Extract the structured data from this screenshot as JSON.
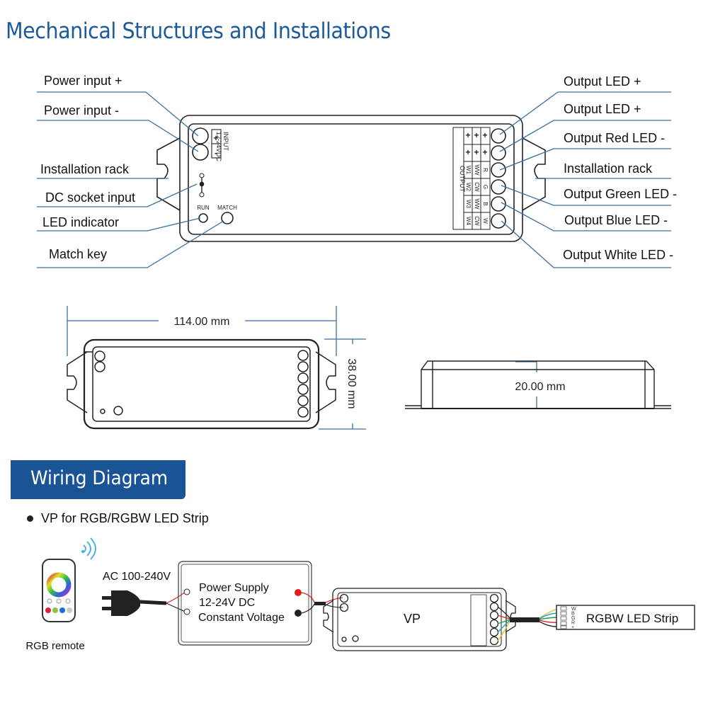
{
  "header": {
    "title": "Mechanical Structures and Installations"
  },
  "callouts": {
    "left": [
      {
        "label": "Power input +"
      },
      {
        "label": "Power input -"
      },
      {
        "label": "Installation rack"
      },
      {
        "label": "DC socket input"
      },
      {
        "label": "LED indicator"
      },
      {
        "label": "Match key"
      }
    ],
    "right": [
      {
        "label": "Output LED +"
      },
      {
        "label": "Output LED +"
      },
      {
        "label": "Output Red LED -"
      },
      {
        "label": "Installation rack"
      },
      {
        "label": "Output Green LED -"
      },
      {
        "label": "Output Blue LED -"
      },
      {
        "label": "Output White LED -"
      }
    ],
    "line_color": "#3a6fa0"
  },
  "device": {
    "input_label": "INPUT",
    "input_voltage": "12-24VDC",
    "input_plus": "+",
    "input_minus": "-",
    "run_label": "RUN",
    "match_label": "MATCH",
    "output_label": "OUTPUT",
    "output_rows": [
      [
        "+",
        "+",
        "+"
      ],
      [
        "+",
        "+",
        "+"
      ],
      [
        "W1",
        "WW",
        "R"
      ],
      [
        "W2",
        "CW",
        "G"
      ],
      [
        "W3",
        "WW",
        "B"
      ],
      [
        "W4",
        "CW",
        "W"
      ]
    ]
  },
  "dimensions": {
    "length": "114.00 mm",
    "width": "38.00 mm",
    "height": "20.00 mm"
  },
  "wiring": {
    "banner": "Wiring Diagram",
    "subtitle": "VP for RGB/RGBW LED Strip",
    "remote_label": "RGB remote",
    "ac_label": "AC 100-240V",
    "psu_lines": [
      "Power Supply",
      "12-24V DC",
      "Constant Voltage"
    ],
    "controller_label": "VP",
    "strip_label": "RGBW LED Strip",
    "strip_pins": [
      "W",
      "B",
      "G",
      "R",
      "+"
    ],
    "wire_colors": {
      "red": "#e02020",
      "black": "#222222",
      "green": "#22a040",
      "blue": "#1fa0e0",
      "yellow": "#e8c020"
    },
    "remote_button_colors": [
      "#e0203a",
      "#8cc63f",
      "#1e6fd0",
      "#cccccc"
    ]
  }
}
